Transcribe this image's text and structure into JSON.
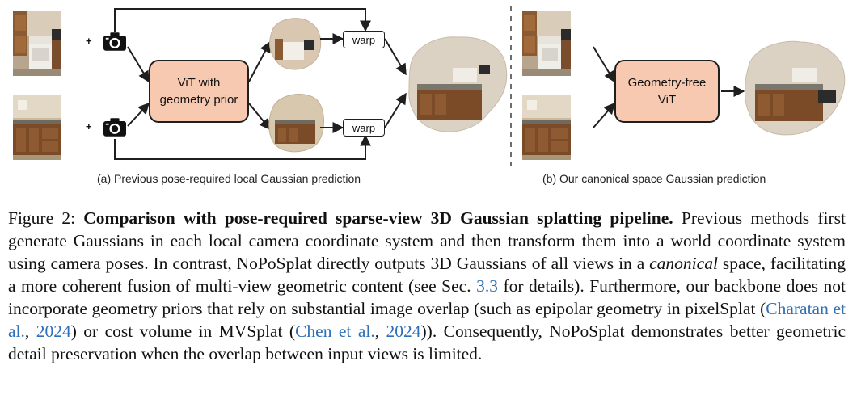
{
  "figure": {
    "panel_a": {
      "box_label_line1": "ViT with",
      "box_label_line2": "geometry prior",
      "warp_label": "warp",
      "plus": "+",
      "caption": "(a) Previous pose-required local Gaussian prediction"
    },
    "panel_b": {
      "box_label_line1": "Geometry-free",
      "box_label_line2": "ViT",
      "caption": "(b) Our canonical space Gaussian prediction"
    }
  },
  "caption": {
    "label": "Figure 2:",
    "title": "Comparison with pose-required sparse-view 3D Gaussian splatting pipeline.",
    "body_1": "Previous methods first generate Gaussians in each local camera coordinate system and then transform them into a world coordinate system using camera poses. In contrast, NoPoSplat directly outputs 3D Gaussians of all views in a ",
    "emph": "canonical",
    "body_2": " space, facilitating a more coherent fusion of multi-view geometric content (see Sec. ",
    "sec_ref": "3.3",
    "body_3": " for details). Furthermore, our backbone does not incorporate geometry priors that rely on substantial image overlap (such as epipolar geometry in pixelSplat (",
    "cite1_name": "Charatan et al.",
    "cite1_sep": ", ",
    "cite1_year": "2024",
    "body_4": ") or cost volume in MVSplat (",
    "cite2_name": "Chen et al.",
    "cite2_sep": ", ",
    "cite2_year": "2024",
    "body_5": ")). Consequently, NoPoSplat demonstrates better geometric detail preservation when the overlap between input views is limited."
  }
}
